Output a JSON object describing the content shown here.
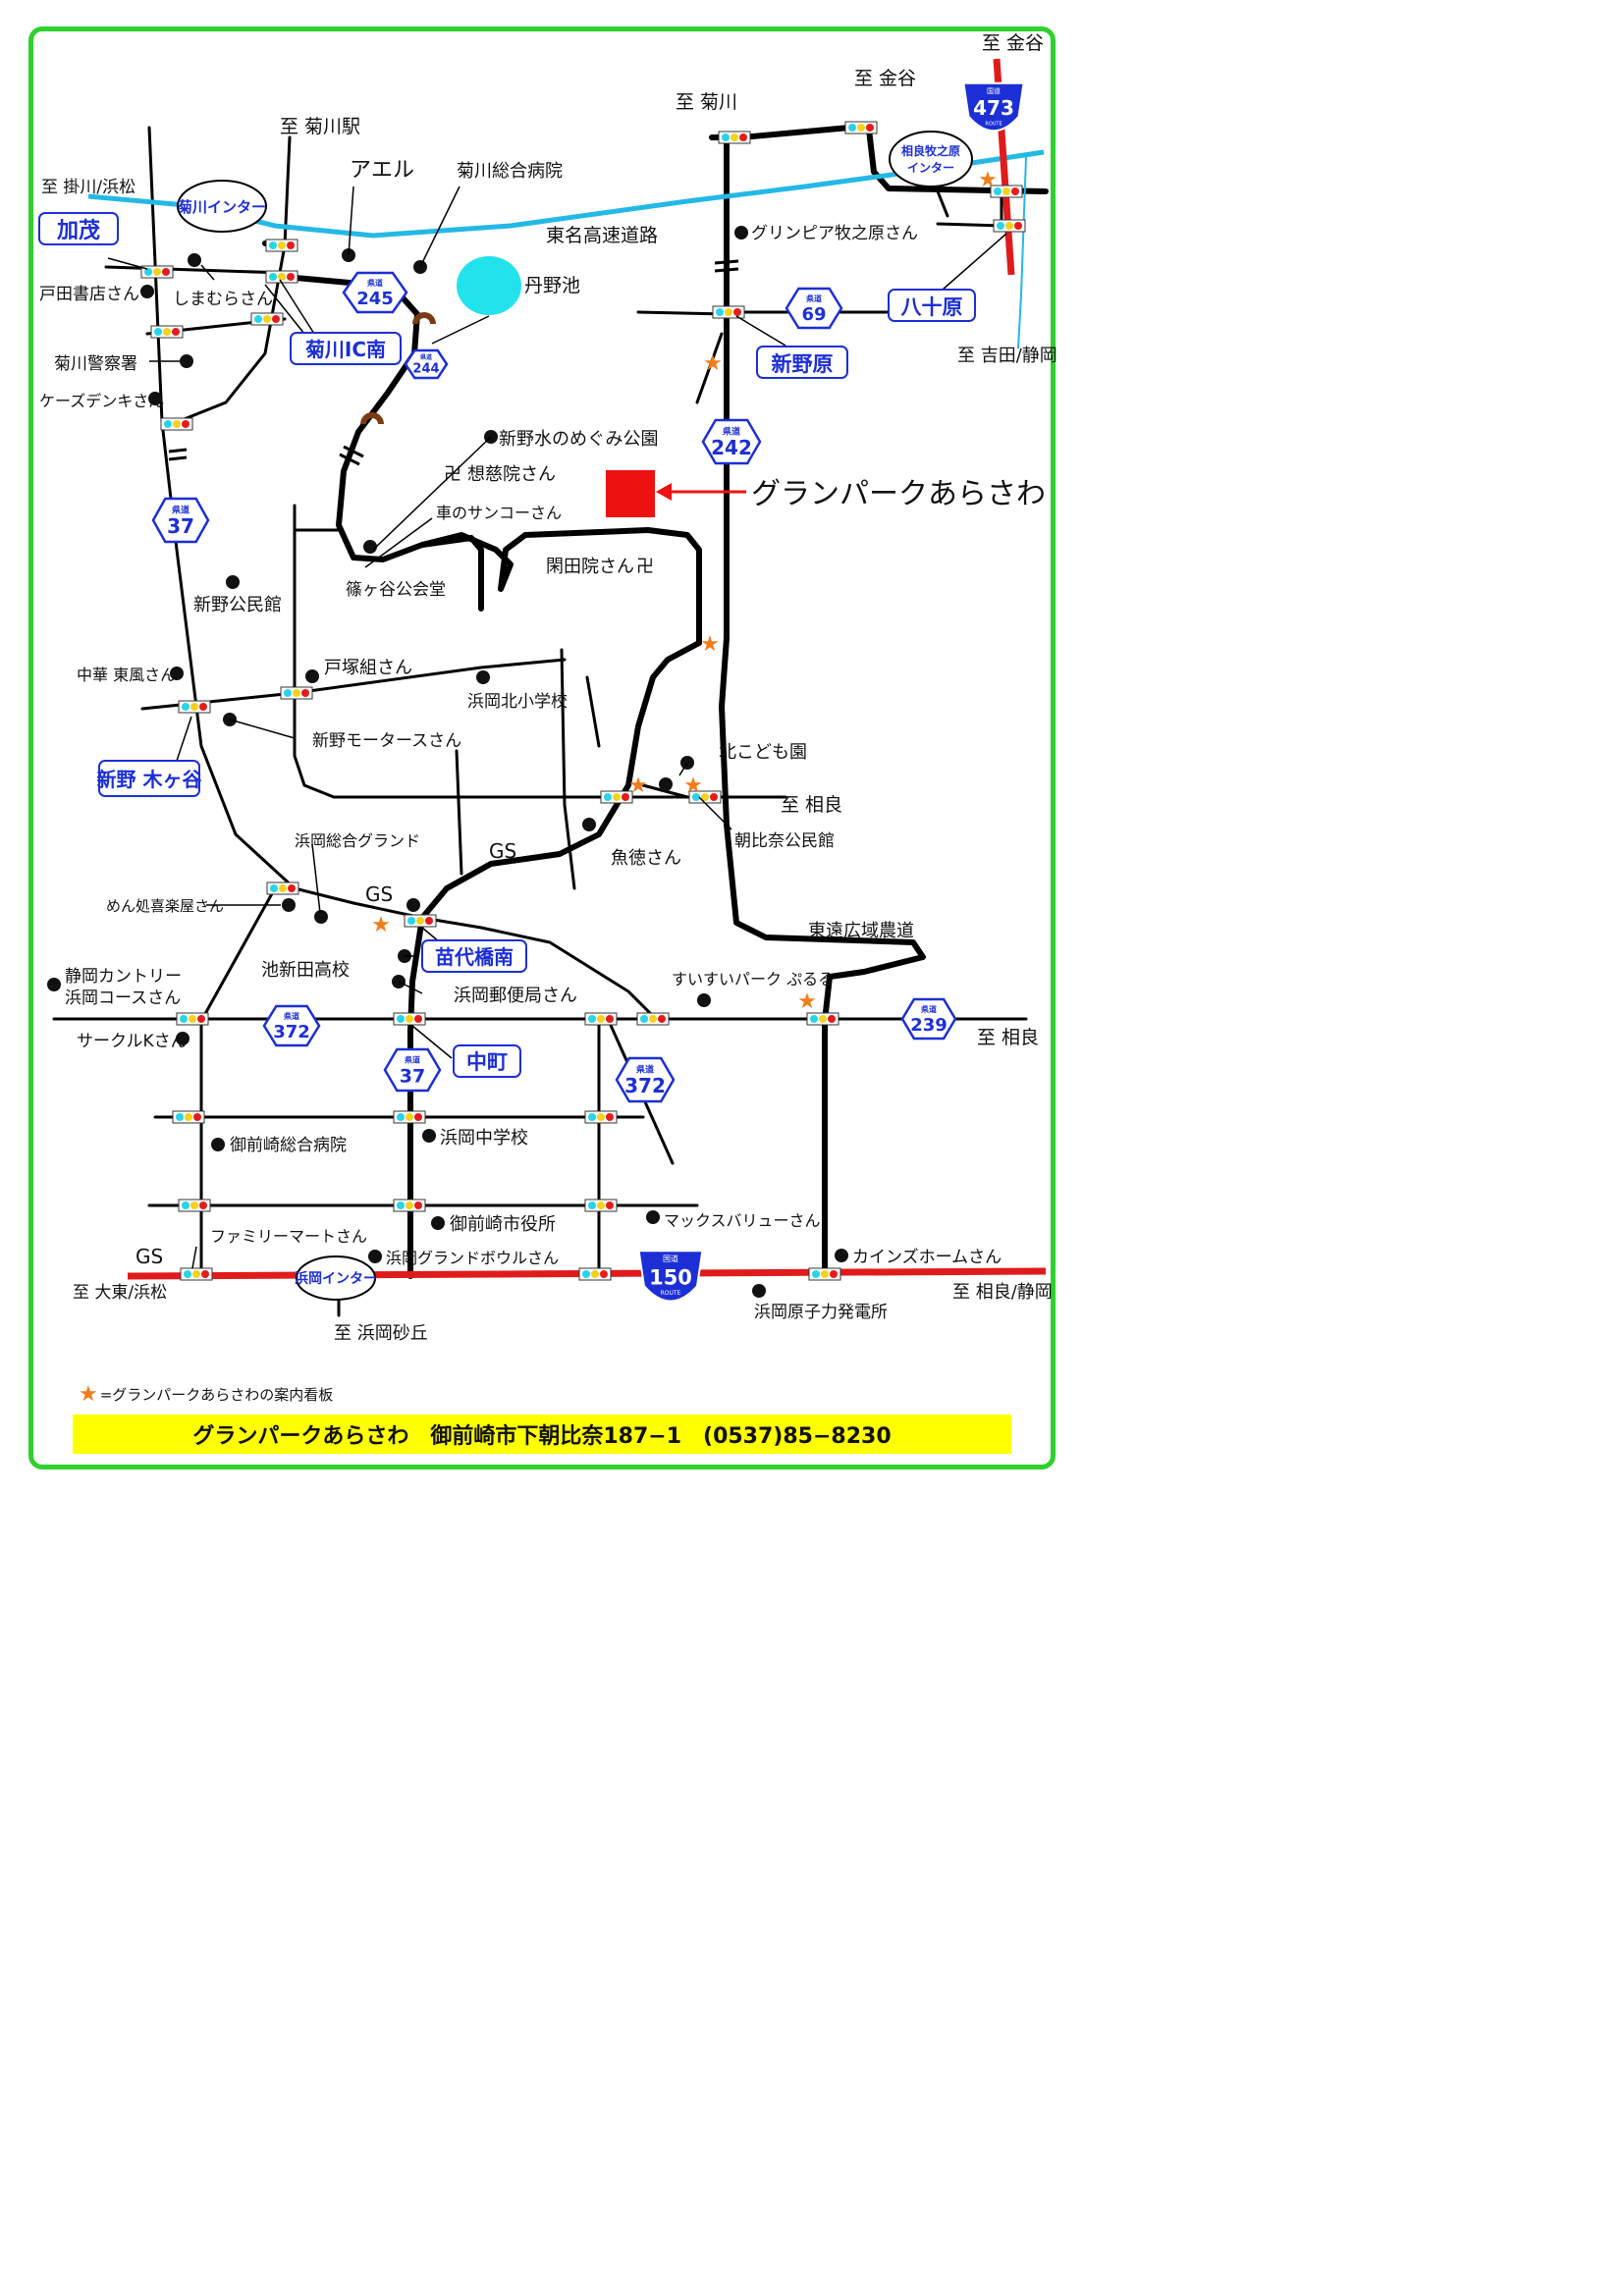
{
  "directions": {
    "kanaya_1": "至 金谷",
    "kanaya_2": "至 金谷",
    "kikugawa": "至 菊川",
    "kikugawa_station": "至 菊川駅",
    "kakegawa_hamamatsu": "至 掛川/浜松",
    "yoshida_shizuoka": "至 吉田/静岡",
    "sagara_1": "至 相良",
    "sagara_2": "至 相良",
    "sagara_shizuoka": "至 相良/静岡",
    "daito_hamamatsu": "至 大東/浜松",
    "hamaoka_sakyu": "至 浜岡砂丘"
  },
  "interchanges": {
    "kikugawa_ic": "菊川インター",
    "sagara_makinohara_ic_line1": "相良牧之原",
    "sagara_makinohara_ic_line2": "インター",
    "hamaoka_ic": "浜岡インター"
  },
  "intersections": {
    "kamo": "加茂",
    "kikugawa_ic_minami": "菊川IC南",
    "yasoharu": "八十原",
    "niinohara": "新野原",
    "niino_kigaya": "新野 木ヶ谷",
    "naeshirobashi_minami": "苗代橋南",
    "nakamachi": "中町"
  },
  "routes": {
    "pref_label": "県道",
    "national_label": "国道",
    "route_text": "ROUTE",
    "r473": "473",
    "r245": "245",
    "r244": "244",
    "r69": "69",
    "r242": "242",
    "r37a": "37",
    "r37b": "37",
    "r372a": "372",
    "r372b": "372",
    "r239": "239",
    "r150": "150"
  },
  "landmarks": {
    "aeru": "アエル",
    "kikugawa_hospital": "菊川総合病院",
    "tomei": "東名高速道路",
    "tanno_ike": "丹野池",
    "greenpia": "グリンピア牧之原さん",
    "todashoten": "戸田書店さん",
    "shimamura": "しまむらさん",
    "kikugawa_police": "菊川警察署",
    "ksdenki": "ケーズデンキさん",
    "niino_park": "新野水のめぐみ公園",
    "sojiin": "想慈院さん",
    "sankou": "車のサンコーさん",
    "shinogaya": "篠ヶ谷公会堂",
    "kandenin": "閑田院さん",
    "niino_kominkan": "新野公民館",
    "chuka_toufu": "中華 東風さん",
    "totsuka": "戸塚組さん",
    "hamaoka_kita_es": "浜岡北小学校",
    "niino_motors": "新野モータースさん",
    "kita_kodomoen": "北こども園",
    "asahina_kominkan": "朝比奈公民館",
    "uotoku": "魚徳さん",
    "hamaoka_ground": "浜岡総合グランド",
    "gs_1": "GS",
    "gs_2": "GS",
    "gs_3": "GS",
    "mendokoro": "めん処喜楽屋さん",
    "ikeshinden_hs": "池新田高校",
    "hamaoka_post": "浜岡郵便局さん",
    "shizuoka_country": "静岡カントリー",
    "hamaoka_course": "浜岡コースさん",
    "circle_k": "サークルKさん",
    "suisui_park": "すいすいパーク ぷるる",
    "toen_road": "東遠広域農道",
    "omaezaki_hospital": "御前崎総合病院",
    "hamaoka_jhs": "浜岡中学校",
    "city_hall": "御前崎市役所",
    "maxvalu": "マックスバリューさん",
    "familymart": "ファミリーマートさん",
    "hamaoka_bowl": "浜岡グランドボウルさん",
    "cainz": "カインズホームさん",
    "nuclear": "浜岡原子力発電所"
  },
  "destination": {
    "name": "グランパークあらさわ"
  },
  "legend": {
    "text": "=グランパークあらさわの案内看板"
  },
  "footer": {
    "text": "グランパークあらさわ　御前崎市下朝比奈187−1　(0537)85−8230"
  },
  "colors": {
    "frame": "#2ed12e",
    "expressway": "#24b8e6",
    "national_road": "#e01b1b",
    "destination": "#ee1111",
    "pond": "#22e3ec",
    "label_blue": "#1c2fd6",
    "footer_bg": "#ffff00",
    "star": "#f07d1b"
  }
}
